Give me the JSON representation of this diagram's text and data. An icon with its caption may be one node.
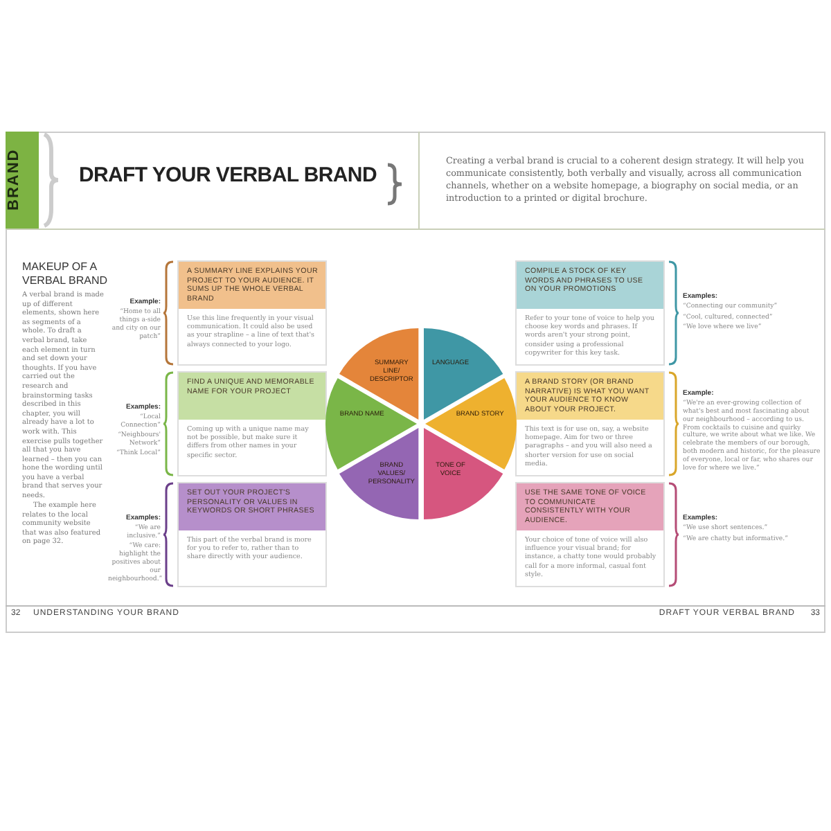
{
  "diagram": {
    "title": "DRAFT YOUR VERBAL BRAND",
    "nodes": [
      {
        "text": [
          "A SUMMARY LINE EXPLAINS YOUR PROJECT TO YOUR AUDIENCE. IT SUMS UP THE WHOLE VERBAL BRAND",
          "Use this line frequently in your visual communication. It could also be used as your strapline – a line of text that's always connected to your logo."
        ],
        "beside": [
          "Example:",
          "“Home to all things a-side and city on our patch”"
        ]
      },
      {
        "text": [
          "FIND A UNIQUE AND MEMORABLE NAME FOR YOUR PROJECT",
          "Coming up with a unique name may not be possible, but make sure it differs from other names in your specific sector."
        ],
        "beside": [
          "Examples:",
          "“Local Connection”",
          "“Neighbours' Network”",
          "“Think Local”"
        ]
      },
      {
        "text": [
          "SET OUT YOUR PROJECT'S PERSONALITY OR VALUES IN KEYWORDS OR SHORT PHRASES",
          "This part of the verbal brand is more for you to refer to, rather than to share directly with your audience."
        ],
        "beside": [
          "Examples:",
          "“We are inclusive.”",
          "“We care: highlight the positives about our neighbourhood.”"
        ]
      },
      {
        "text": [
          "SUMMARY LINE/ DESCRIPTOR"
        ]
      },
      {
        "text": [
          "BRAND NAME"
        ]
      },
      {
        "text": [
          "BRAND VALUES/ PERSONALITY"
        ]
      },
      {
        "text": [
          "LANGUAGE"
        ]
      },
      {
        "text": [
          "BRAND STORY"
        ]
      },
      {
        "text": [
          "TONE OF VOICE"
        ]
      },
      {
        "text": [
          "COMPILE A STOCK OF KEY WORDS AND PHRASES TO USE ON YOUR PROMOTIONS",
          "Refer to your tone of voice to help you choose key words and phrases. If words aren't your strong point, consider using a professional copywriter for this key task."
        ],
        "beside": [
          "Examples:",
          "“Connecting our community”",
          "“Cool, cultured, connected”",
          "“We love where we live”"
        ]
      },
      {
        "text": [
          "A BRAND STORY (OR BRAND NARRATIVE) IS WHAT YOU WANT YOUR AUDIENCE TO KNOW ABOUT YOUR PROJECT.",
          "This text is for use on, say, a website homepage. Aim for two or three paragraphs – and you will also need a shorter version for use on social media."
        ],
        "beside": [
          "Example:",
          "“We're an ever-growing collection of what's best and most fascinating about our neighbourhood – according to us. From cocktails to cuisine and quirky culture, we write about what we like. We celebrate the members of our borough, both modern and historic, for the pleasure of everyone, local or far, who shares our love for where we live.”"
        ]
      },
      {
        "text": [
          "USE THE SAME TONE OF VOICE TO COMMUNICATE CONSISTENTLY WITH YOUR AUDIENCE.",
          "Your choice of tone of voice will also influence your visual brand; for instance, a chatty tone would probably call for a more informal, casual font style."
        ],
        "beside": [
          "Examples:",
          "“We use short sentences.”",
          "“We are chatty but informative.”"
        ]
      }
    ],
    "labels": [
      "BRAND",
      "Creating a verbal brand is crucial to a coherent design strategy. It will help you communicate consistently, both verbally and visually, across all communication channels, whether on a website homepage, a biography on social media, or an introduction to a printed or digital brochure.",
      "MAKEUP OF A VERBAL BRAND",
      "A verbal brand is made up of different elements, shown here as segments of a whole. To draft a verbal brand, take each element in turn and set down your thoughts. If you have carried out the research and brainstorming tasks described in this chapter, you will already have a lot to work with. This exercise pulls together all that you have learned – then you can hone the wording until you have a verbal brand that serves your needs.",
      "The example here relates to the local community website that was also featured on page 32.",
      "32",
      "UNDERSTANDING YOUR BRAND",
      "DRAFT YOUR VERBAL BRAND",
      "33"
    ]
  }
}
